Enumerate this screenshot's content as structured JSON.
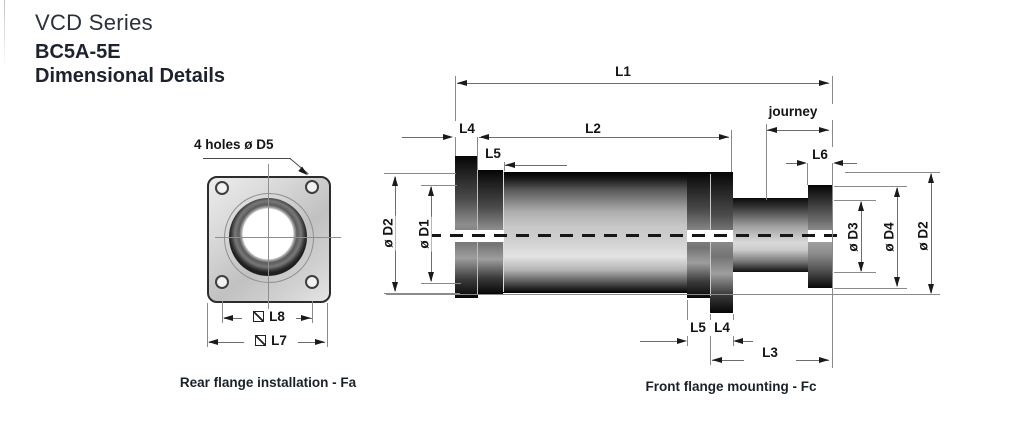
{
  "header": {
    "series": "VCD Series",
    "model": "BC5A-5E",
    "subtitle": "Dimensional Details"
  },
  "rear_view": {
    "callout": "4 holes ø D5",
    "l8": "L8",
    "l7": "L7",
    "caption": "Rear flange installation - Fa"
  },
  "side_view": {
    "l1": "L1",
    "l2": "L2",
    "l4_top": "L4",
    "l5_top": "L5",
    "journey": "journey",
    "l6": "L6",
    "d2_left": "ø D2",
    "d1": "ø D1",
    "d3": "ø D3",
    "d4": "ø D4",
    "d2_right": "ø D2",
    "l5_bottom": "L5",
    "l4_bottom": "L4",
    "l3": "L3",
    "caption": "Front flange mounting - Fc"
  },
  "colors": {
    "ink": "#141414",
    "line": "#6d6d6d",
    "title": "#1d232d"
  }
}
